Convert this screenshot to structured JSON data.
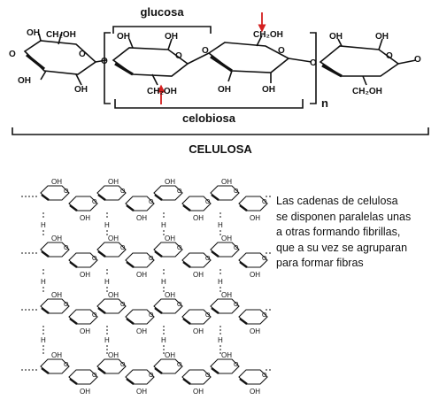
{
  "labels": {
    "glucose": "glucosa",
    "cellobiose": "celobiosa",
    "cellulose": "CELULOSA",
    "repeat_n": "n",
    "hydroxyl": "OH",
    "hydroxymethyl": "CH₂OH",
    "oxygen": "O",
    "hydrogen": "H"
  },
  "description": [
    "Las cadenas de celulosa",
    "se disponen paralelas unas",
    "a otras formando fibrillas,",
    "que a su vez se agruparan",
    "para formar fibras"
  ],
  "colors": {
    "ink": "#111111",
    "arrow": "#d42020"
  }
}
